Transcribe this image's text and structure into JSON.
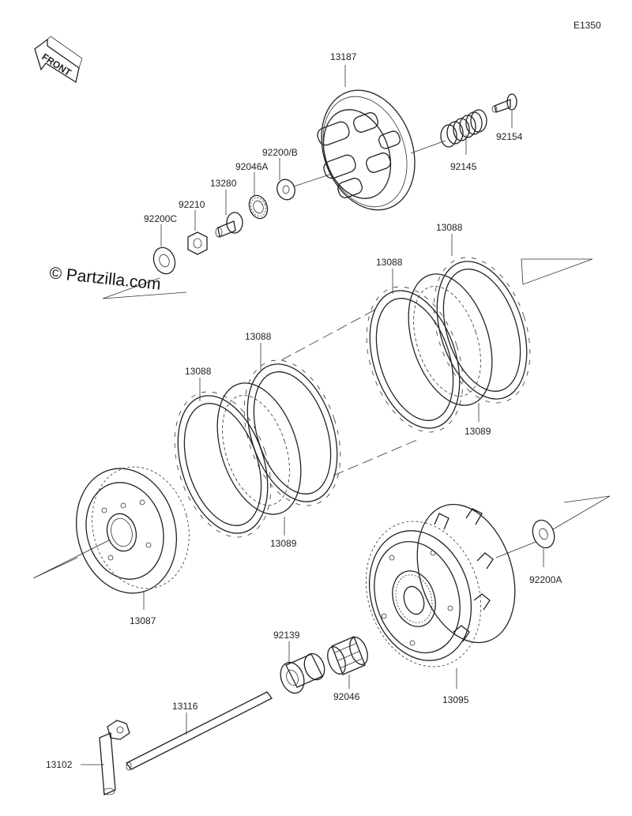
{
  "diagram_code": "E1350",
  "front_label": "FRONT",
  "watermark": "© Partzilla.com",
  "parts": {
    "p13187": "13187",
    "p92154": "92154",
    "p92145": "92145",
    "p92200b": "92200/B",
    "p92046a": "92046A",
    "p13280": "13280",
    "p92210": "92210",
    "p92200c": "92200C",
    "p13088_a": "13088",
    "p13088_b": "13088",
    "p13088_c": "13088",
    "p13088_d": "13088",
    "p13089_a": "13089",
    "p13089_b": "13089",
    "p13087": "13087",
    "p92200a": "92200A",
    "p92139": "92139",
    "p92046": "92046",
    "p13095": "13095",
    "p13116": "13116",
    "p13102": "13102"
  }
}
